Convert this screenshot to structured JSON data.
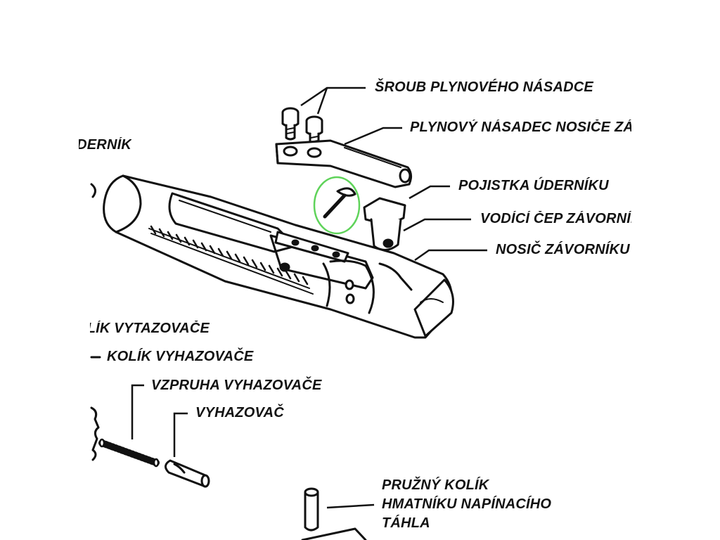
{
  "labels": {
    "sroub": "ŠROUB PLYNOVÉHO NÁSADCE",
    "plynovy_nasadec": "PLYNOVÝ NÁSADEC NOSIČE ZÁVORNÍKU",
    "pojistka": "POJISTKA ÚDERNÍKU",
    "vodici_cep": "VODÍCÍ ČEP ZÁVORNÍKU",
    "nosic": "NOSIČ ZÁVORNÍKU",
    "udernik": "ÚDERNÍK",
    "kolik_vytazovace": "KOLÍK VYTAZOVAČE",
    "kolik_vyhazovace": "KOLÍK VYHAZOVAČE",
    "vzpruha": "VZPRUHA VYHAZOVAČE",
    "vyhazovac": "VYHAZOVAČ",
    "pruzny_kolik_1": "PRUŽNÝ KOLÍK",
    "pruzny_kolik_2": "HMATNÍKU NAPÍNACÍHO",
    "pruzny_kolik_3": "TÁHLA"
  },
  "colors": {
    "line": "#111111",
    "highlight": "#5fd35a",
    "background": "#ffffff"
  }
}
